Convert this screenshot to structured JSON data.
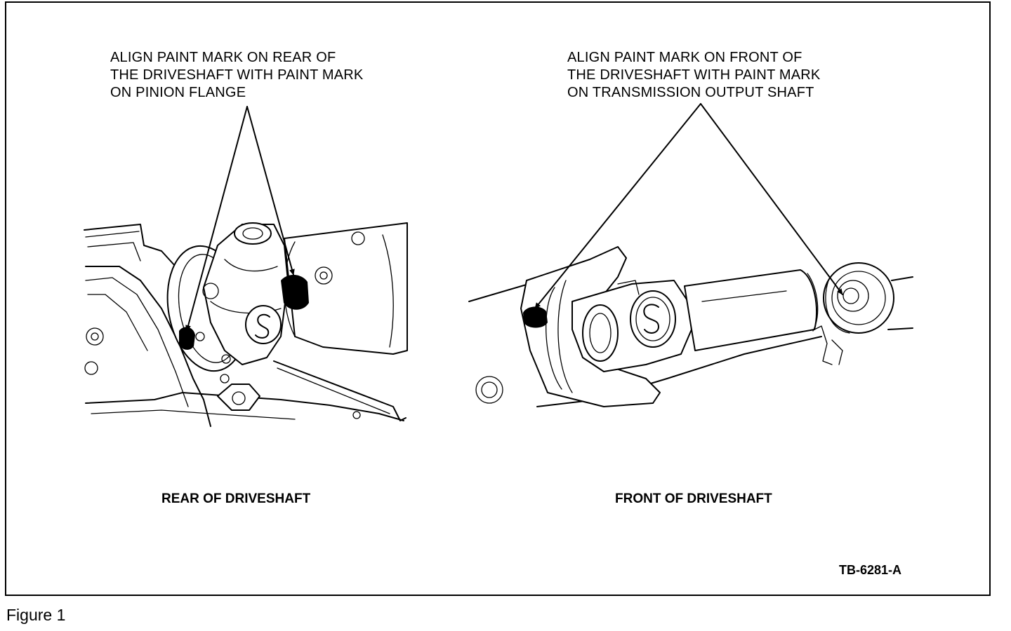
{
  "callouts": {
    "left": [
      "ALIGN PAINT MARK ON REAR OF",
      "THE DRIVESHAFT WITH PAINT MARK",
      "ON PINION FLANGE"
    ],
    "right": [
      "ALIGN PAINT MARK ON FRONT OF",
      "THE DRIVESHAFT WITH PAINT MARK",
      "ON TRANSMISSION OUTPUT SHAFT"
    ]
  },
  "captions": {
    "left": "REAR OF DRIVESHAFT",
    "right": "FRONT OF DRIVESHAFT"
  },
  "figure_code": "TB-6281-A",
  "figure_label": "Figure 1"
}
